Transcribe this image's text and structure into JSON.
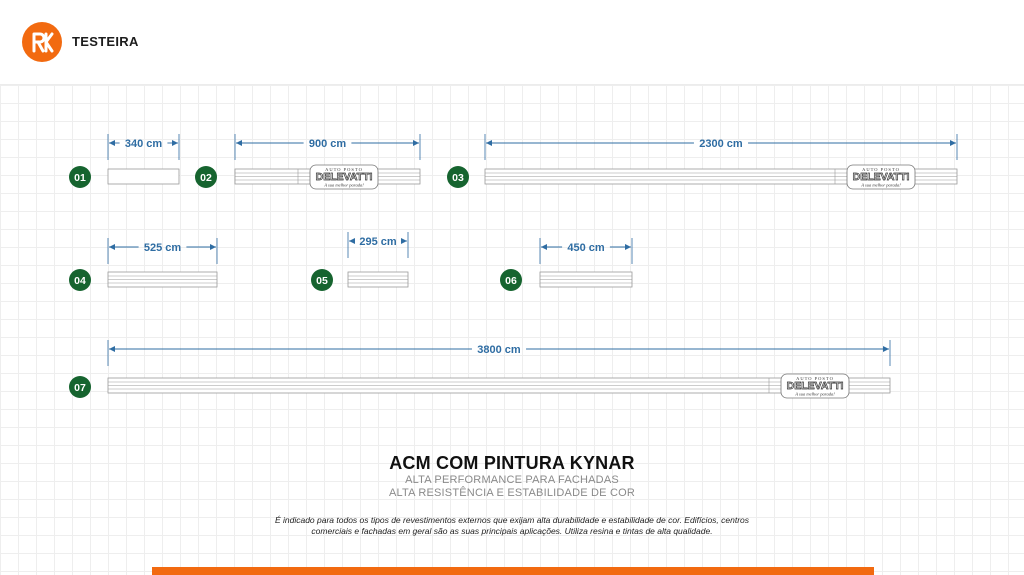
{
  "header": {
    "title": "TESTEIRA",
    "logo_icon": "brand-logo-icon",
    "accent_color": "#f26a10"
  },
  "diagram": {
    "badge_color": "#16642f",
    "dimension_color": "#2f6da3",
    "line_color": "#9a9a9a",
    "items": [
      {
        "id": "01",
        "length_label": "340 cm",
        "length_cm": 340,
        "has_sign": false
      },
      {
        "id": "02",
        "length_label": "900 cm",
        "length_cm": 900,
        "has_sign": true
      },
      {
        "id": "03",
        "length_label": "2300 cm",
        "length_cm": 2300,
        "has_sign": true
      },
      {
        "id": "04",
        "length_label": "525 cm",
        "length_cm": 525,
        "has_sign": false
      },
      {
        "id": "05",
        "length_label": "295 cm",
        "length_cm": 295,
        "has_sign": false
      },
      {
        "id": "06",
        "length_label": "450 cm",
        "length_cm": 450,
        "has_sign": false
      },
      {
        "id": "07",
        "length_label": "3800 cm",
        "length_cm": 3800,
        "has_sign": true
      }
    ],
    "sign": {
      "top_text": "AUTO POSTO",
      "name": "DELEVATTI",
      "slogan": "A sua melhor parada!"
    }
  },
  "product": {
    "title": "ACM COM PINTURA KYNAR",
    "subtitles": [
      "ALTA PERFORMANCE PARA FACHADAS",
      "ALTA RESISTÊNCIA E ESTABILIDADE DE COR"
    ],
    "description_lines": [
      "É indicado para todos os tipos de revestimentos externos que exijam alta durabilidade e estabilidade de cor. Edifícios, centros",
      "comerciais e fachadas em geral são as suas principais aplicações. Utiliza resina e tintas de alta qualidade."
    ]
  }
}
